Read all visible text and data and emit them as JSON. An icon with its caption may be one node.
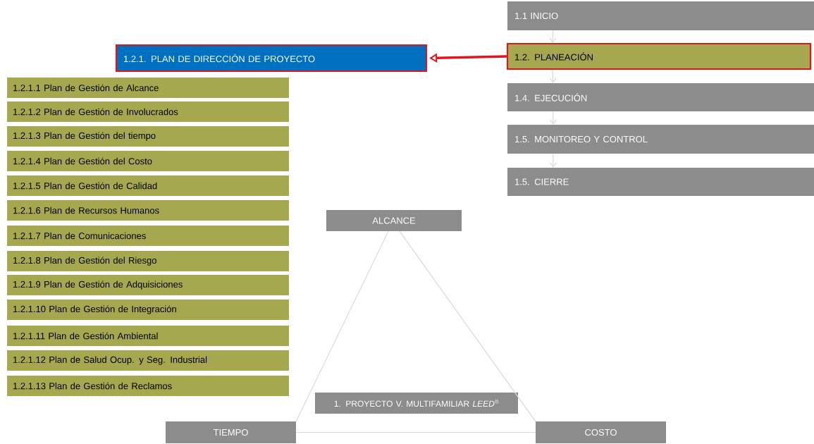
{
  "diagram": {
    "nodes": [
      {
        "text": [
          "1.1 INICIO"
        ]
      },
      {
        "text": [
          "1.2. PLANEACIÓN"
        ]
      },
      {
        "text": [
          "1.4. EJECUCIÓN"
        ]
      },
      {
        "text": [
          "1.5. MONITOREO Y CONTROL"
        ]
      },
      {
        "text": [
          "1.5. CIERRE"
        ]
      },
      {
        "text": [
          "1.2.1. PLAN DE DIRECCIÓN DE PROYECTO"
        ]
      },
      {
        "text": [
          "1.2.1.1 Plan de Gestión de Alcance"
        ]
      },
      {
        "text": [
          "1.2.1.2 Plan de Gestión de Involucrados"
        ]
      },
      {
        "text": [
          "1.2.1.3 Plan de Gestión del  tiempo"
        ]
      },
      {
        "text": [
          "1.2.1.4 Plan de Gestión del  Costo"
        ]
      },
      {
        "text": [
          "1.2.1.5 Plan de Gestión de  Calidad"
        ]
      },
      {
        "text": [
          "1.2.1.6 Plan de Recursos Humanos"
        ]
      },
      {
        "text": [
          "1.2.1.7 Plan de Comunicaciones"
        ]
      },
      {
        "text": [
          "1.2.1.8 Plan de Gestión del Riesgo"
        ]
      },
      {
        "text": [
          "1.2.1.9 Plan de Gestión de Adquisiciones"
        ]
      },
      {
        "text": [
          "1.2.1.10 Plan de Gestión de  Integración"
        ]
      },
      {
        "text": [
          "1.2.1.11 Plan de Gestión Ambiental"
        ]
      },
      {
        "text": [
          "1.2.1.12 Plan de Salud Ocup. y Seg. Industrial"
        ]
      },
      {
        "text": [
          "1.2.1.13 Plan de Gestión de Reclamos"
        ]
      },
      {
        "text": [
          "ALCANCE"
        ]
      },
      {
        "text": [
          "1. PROYECTO V. MULTIFAMILIAR *LEED*$^{®}$"
        ]
      },
      {
        "text": [
          "TIEMPO"
        ]
      },
      {
        "text": [
          "COSTO"
        ]
      }
    ],
    "edges": [
      {
        "from": 0,
        "to": 1,
        "arrow": "to"
      },
      {
        "from": 1,
        "to": 2,
        "arrow": "to"
      },
      {
        "from": 2,
        "to": 3,
        "arrow": "to"
      },
      {
        "from": 3,
        "to": 4,
        "arrow": "to"
      },
      {
        "from": 1,
        "to": 5,
        "arrow": "to",
        "style": "thick",
        "color": "#e0161d"
      },
      {
        "from": 19,
        "to": 21,
        "arrow": "none"
      },
      {
        "from": 19,
        "to": 22,
        "arrow": "none"
      },
      {
        "from": 21,
        "to": 22,
        "arrow": "none"
      }
    ]
  }
}
